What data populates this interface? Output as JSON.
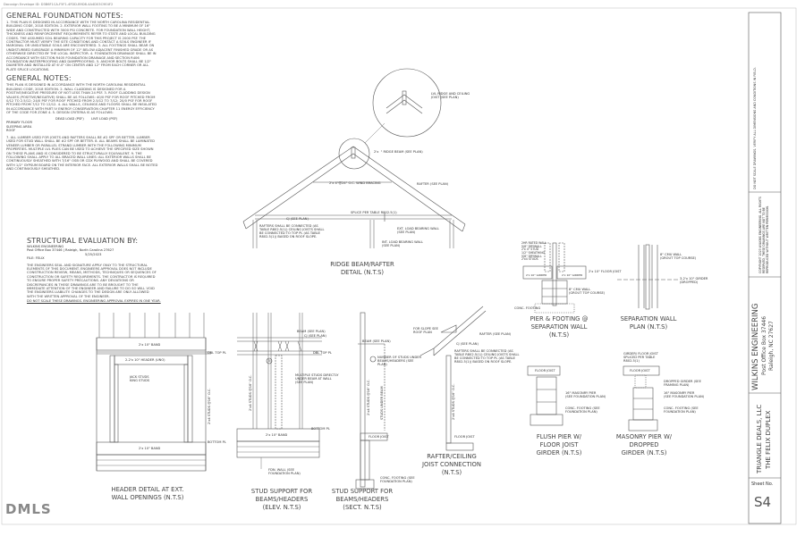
{
  "envelope_id": "Docusign Envelope ID: D3B6F1CA-F5F1-4FDD-B9D8-4A4D03C9E4F2",
  "watermark": "DMLS",
  "notes": {
    "foundation_title": "GENERAL FOUNDATION NOTES:",
    "foundation_body": "1. THIS PLAN IS DESIGNED IN ACCORDANCE WITH THE NORTH CAROLINA RESIDENTIAL BUILDING CODE, 2018 EDITION. 2. EXTERIOR WALL FOOTING TO BE A MINIMUM OF 16\" WIDE AND CONSTRUCTED WITH 3000 PSI CONCRETE. FOR FOUNDATION WALL HEIGHT, THICKNESS AND REINFORCEMENT REQUIREMENTS REFER TO STATE AND LOCAL BUILDING CODES. THE ASSUMED SOIL BEARING CAPACITY FOR THIS PROJECT IS 2000 PSF. THE CONTRACTOR MUST VERIFY THE SITE CONDITIONS AND CONTACT A SOILS ENGINEER IF MARGINAL OR UNSUITABLE SOILS ARE ENCOUNTERED. 3. ALL FOOTINGS SHALL BEAR ON UNDISTURBED SUBGRADE A MINIMUM OF 12\" BELOW ADJACENT FINISHED GRADE OR AS OTHERWISE DIRECTED BY THE LOCAL INSPECTOR. 4. FOUNDATION DRAINAGE SHALL BE IN ACCORDANCE WITH SECTION R405 FOUNDATION DRAINAGE AND SECTION R406 FOUNDATION WATERPROOFING AND DAMPPROOFING. 5. ANCHOR BOLTS SHALL BE 1/2\" DIAMETER AND INSTALLED AT 6'-0\" ON CENTER AND 12\" FROM EACH CORNER OR ALL PLATE SPLICE LOCATIONS.",
    "general_title": "GENERAL NOTES:",
    "general_body": "THIS PLAN IS DESIGNED IN ACCORDANCE WITH THE NORTH CAROLINA RESIDENTIAL BUILDING CODE, 2018 EDITION. 2. WALL CLADDING IS DESIGNED FOR A POSITIVE/NEGATIVE PRESSURE OF NOT LESS THAN 24 PSF. 3. ROOF CLADDING DESIGN VALUES (POSITIVE/NEGATIVE) SHALL BE AS FOLLOWS: 40/0 PSF FOR ROOF PITCHED FROM 0/12 TO 2.5/12; 24/0 PSF FOR ROOF PITCHED FROM 2.5/12 TO 7/12; 20/0 PSF FOR ROOF PITCHED FROM 7/12 TO 12/12. 4. ALL WALLS, CEILINGS AND FLOORS SHALL BE INSULATED IN ACCORDANCE WITH PART IV ENERGY CONSERVATION CHAPTER 11 ENERGY EFFICIENCY OF THE CODE FOR ZONE 4. 5. DESIGN CRITERIA IS AS FOLLOWS:",
    "load_headers": [
      "DEAD LOAD (PSF)",
      "LIVE LOAD (PSF)"
    ],
    "load_rows": [
      "PRIMARY FLOOR",
      "SLEEPING AREA",
      "ROOF"
    ],
    "general_body_2": "7. ALL LUMBER USED FOR JOISTS AND RAFTERS SHALL BE #2 SPF OR BETTER. LUMBER USED FOR STUD WALL SHALL BE #2 SPF OR BETTER. 8. ALL BEAMS SHALL BE LAMINATED VENEER LUMBER OR PARALLEL STRAND LUMBER WITH THE FOLLOWING MINIMUM PROPERTIES. MULTIPLE LVL PLIES CAN BE USED TO ACHIEVE THE SPECIFIED SIZE SHOWN ON THESE PLANS AND IS CONSIDERED TO BE STRUCTURALLY EQUIVALENT. 9. THE FOLLOWING SHALL APPLY TO ALL BRACED WALL LINES: ALL EXTERIOR WALLS SHALL BE CONTINUOUSLY SHEATHED WITH 7/16\" OSB OR CDX PLYWOOD AND SHALL BE COVERED WITH 1/2\" GYPSUM BOARD ON THE INTERIOR FACE. ALL EXTERIOR WALLS SHALL BE NOTED AND CONTINUOUSLY SHEATHED.",
    "evaluation_title": "STRUCTURAL EVALUATION BY:",
    "evaluation_firm": "WILKINS ENGINEERING",
    "evaluation_address": "Post Office Box 37446 | Raleigh, North Carolina 27627",
    "evaluation_date": "5/25/2023",
    "file_label": "FILE: FELIX",
    "disclaimer": "THE ENGINEERS SEAL AND SIGNATURE APPLY ONLY TO THE STRUCTURAL ELEMENTS OF THIS DOCUMENT. ENGINEERS APPROVAL DOES NOT INCLUDE CONSTRUCTION REVIEW, MEANS, METHODS, TECHNIQUES OR SEQUENCES OF CONSTRUCTION OR SAFETY REQUIREMENTS. THE CONTRACTOR IS REQUIRED TO ENSURE PROPER SAFETY PRECAUTIONS. ANY DEVIATIONS OR DISCREPANCIES IN THESE DRAWINGS ARE TO BE BROUGHT TO THE IMMEDIATE ATTENTION OF THE ENGINEER AND FAILURE TO DO SO WILL VOID THE ENGINEERS LIABILITY. CHANGES TO THE DESIGN ARE ONLY ALLOWED WITH THE WRITTEN APPROVAL OF THE ENGINEER.",
    "disclaimer_underlined": "DO NOT SCALE THESE DRAWINGS. ENGINEERING APPROVAL EXPIRES IN ONE YEAR."
  },
  "ridge_detail": {
    "title": "RIDGE BEAM/RAFTER",
    "subtitle": "DETAIL (N.T.S)",
    "labels": {
      "ridge_ceiling": "LVL RIDGE AND CEILING\nJOIST (SEE PLAN)",
      "ridge_beam": "2'x  \" RIDGE BEAM (SEE PLAN)",
      "bracing": "2'x 4\"@24\" O.C. WIND BRACING",
      "rafter": "RAFTER (SEE PLAN)",
      "splice": "SPLICE PER TABLE R802.5(1)",
      "cj": "CJ (SEE PLAN)",
      "connect_note": "RAFTERS SHALL BE CONNECTED (AS\nTABLE R802.5(1)) CEILING JOISTS SHALL\nBE CONNECTED TO TOP PL (AS TABLE\nR802.5(1)) BASED ON ROOF SLOPE.",
      "ext_wall": "EXT. LOAD BEARING WALL\n(SEE PLAN)",
      "int_wall": "INT. LOAD BEARING WALL\n(SEE PLAN)"
    }
  },
  "header_detail": {
    "title": "HEADER DETAIL AT EXT.",
    "subtitle": "WALL OPENINGS (N.T.S)",
    "labels": {
      "band_top": "2'x 10\" BAND",
      "header": "2-2'x 10\" HEADER (UNO)",
      "studs": "JACK STUDS\nKING STUDS",
      "dbl_top": "DBL TOP PL",
      "bottom": "BOTTOM PL",
      "band_bottom": "2'x 10\" BAND",
      "stud_spacing": "2'x4 STUDS @16\" O.C."
    }
  },
  "stud_elev": {
    "title": "STUD SUPPORT FOR",
    "subtitle": "BEAMS/HEADERS",
    "note": "(ELEV. N.T.S)",
    "labels": {
      "beam": "BEAM (SEE PLAN)",
      "cj": "CJ (SEE PLAN)",
      "dbl_top": "DBL TOP PL",
      "multiple": "MULTIPLE STUDS DIRECTLY\nUNDER BEAM AT WALL\n(SEE PLAN)",
      "bottom": "BOTTOM PL",
      "band": "2'x 10\" BAND",
      "fdn": "FDN. WALL (SEE\nFOUNDATION PLAN)",
      "stud_spacing": "2'x4 STUDS @16\" O.C.",
      "number": "3"
    }
  },
  "stud_sect": {
    "title": "STUD SUPPORT FOR",
    "subtitle": "BEAMS/HEADERS",
    "note": "(SECT. N.T.S)",
    "labels": {
      "beam": "BEAM (SEE PLAN)",
      "studs_note": "NUMBER OF STUDS UNDER\nBEAMS/HEADERS (SEE\nPLAN)",
      "floor": "FLOOR JOIST",
      "footing": "CONC. FOOTING (SEE\nFOUNDATION PLAN)",
      "stud_spacing": "2'x4 STUDS @16\" O.C.",
      "studs_vertical": "STUDS UNDER BEAM"
    }
  },
  "rafter_detail": {
    "title": "RAFTER/CEILING",
    "subtitle": "JOIST CONNECTION",
    "note": "(N.T.S)",
    "labels": {
      "slope": "FOR SLOPE SEE\nROOF PLAN",
      "rafter": "RAFTER (SEE PLAN)",
      "cj": "CJ (SEE PLAN)",
      "connect_note": "RAFTERS SHALL BE CONNECTED (AS\nTABLE R802.5(1)) CEILING JOISTS SHALL\nBE CONNECTED TO TOP PL (AS TABLE\nR802.5(1)) BASED ON ROOF SLOPE.",
      "floor": "FLOOR JOIST",
      "stud_spacing": "2'x4 STUDS @16\" O.C."
    }
  },
  "pier_sep": {
    "title": "PIER & FOOTING @",
    "subtitle": "SEPARATION WALL",
    "note": "(N.T.S)",
    "labels": {
      "layers": "2HR RATED WALL\n5/8\" DRYWALL\n2'x 4\" STUD\n1/2\" SHEATHING\n5/8\" DRYWALL\n2'x4 STUDS",
      "floor_joist": "2'x 10\" FLOOR JOIST",
      "girder_l": "2'x 10\" GIRDER",
      "girder_r": "2'x 10\" GIRDER",
      "cmu": "8\" CMU WALL\n(GROUT TOP COURSE)",
      "footing": "CONC. FOOTING"
    }
  },
  "sep_wall": {
    "title": "SEPARATION WALL",
    "subtitle": "PLAN (N.T.S)",
    "labels": {
      "cmu": "8\" CMU WALL\n(GROUT TOP COURSE)",
      "girder": "3-2'x 10\" GIRDER\n(DROPPED)"
    }
  },
  "flush_pier": {
    "title": "FLUSH PIER W/",
    "subtitle": "FLOOR JOIST",
    "note": "GIRDER (N.T.S)",
    "labels": {
      "floor": "FLOOR JOIST",
      "pier": "16\" MASONRY PIER\n(SEE FOUNDATION PLAN)",
      "footing": "CONC. FOOTING (SEE\nFOUNDATION PLAN)"
    }
  },
  "masonry_pier": {
    "title": "MASONRY PIER W/",
    "subtitle": "DROPPED",
    "note": "GIRDER (N.T.S)",
    "labels": {
      "spliced": "GIRDER/ FLOOR JOIST\nSPLICED PER TABLE\nR802.5(1)",
      "floor": "FLOOR JOIST",
      "dropped": "DROPPED GIRDER (SEE\nFRAMING PLAN)",
      "pier": "16\" MASONRY PIER\n(SEE FOUNDATION PLAN)",
      "footing": "CONC. FOOTING (SEE\nFOUNDATION PLAN)"
    }
  },
  "title_block": {
    "code_note": "DO NOT SCALE DRAWINGS. VERIFY ALL DIMENSIONS AND CONDITIONS IN FIELD.",
    "copyright_note": "COPYRIGHT 2023 WILKINS ENGINEERING. ALL RIGHTS RESERVED. THESE DRAWINGS ARE NOT TO BE REPRODUCED WITHOUT WRITTEN PERMISSION.",
    "firm": "WILKINS ENGINEERING",
    "address_1": "Post Office Box 37446",
    "address_2": "Raleigh, NC 27627",
    "client": "TRIANGLE DEALS, LLC",
    "project": "THE FELIX DUPLEX",
    "sheet_label": "Sheet No.",
    "sheet_number": "S4"
  }
}
